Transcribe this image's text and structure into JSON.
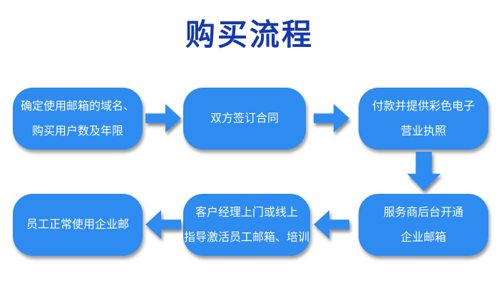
{
  "title": "购买流程",
  "colors": {
    "title_text": "#1638ac",
    "box_fill": "#2e8bf0",
    "box_text": "#ffffff",
    "background": "#ffffff"
  },
  "steps": [
    {
      "name": "step-1",
      "lines": [
        "确定使用邮箱的域名、",
        "购买用户数及年限"
      ]
    },
    {
      "name": "step-2",
      "lines": [
        "双方签订合同"
      ]
    },
    {
      "name": "step-3",
      "lines": [
        "付款并提供彩色电子",
        "营业执照"
      ]
    },
    {
      "name": "step-4",
      "lines": [
        "服务商后台开通",
        "企业邮箱"
      ]
    },
    {
      "name": "step-5",
      "lines": [
        "客户经理上门或线上",
        "指导激活员工邮箱、培训"
      ]
    },
    {
      "name": "step-6",
      "lines": [
        "员工正常使用企业邮"
      ]
    }
  ],
  "flow_arrows": [
    "right",
    "right",
    "down",
    "left",
    "left"
  ]
}
